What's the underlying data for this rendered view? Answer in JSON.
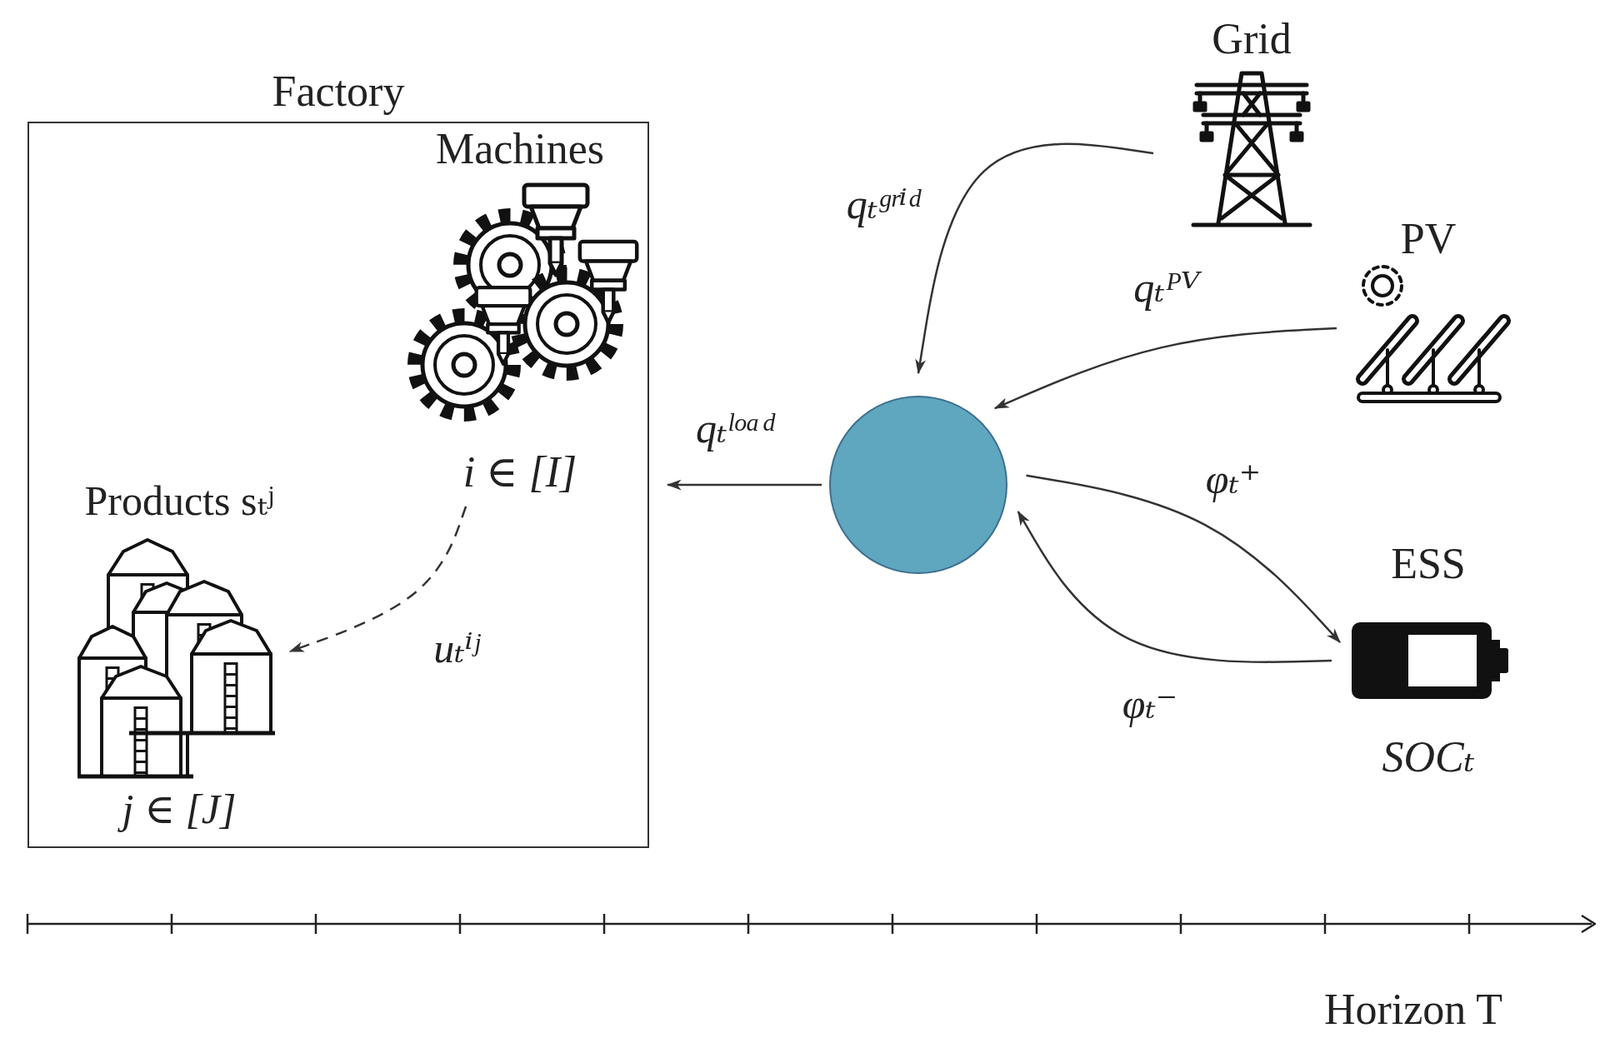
{
  "diagram": {
    "nodes": [
      {
        "text": [
          "Factory"
        ]
      },
      {
        "text": [
          "Machines",
          "i ∈ [I]"
        ],
        "in": 0
      },
      {
        "text": [
          "Products sₜʲ",
          "j ∈ [J]"
        ],
        "in": 0
      },
      {
        "text": []
      },
      {
        "text": [
          "Grid"
        ]
      },
      {
        "text": [
          "PV"
        ]
      },
      {
        "text": [
          "ESS",
          "SOCₜ"
        ]
      }
    ],
    "edges": [
      {
        "from": 1,
        "to": 2,
        "arrow": "to",
        "label": "uₜⁱʲ"
      },
      {
        "from": 4,
        "to": 3,
        "arrow": "to",
        "label": "qₜᵍʳⁱᵈ"
      },
      {
        "from": 5,
        "to": 3,
        "arrow": "to",
        "label": "qₜᴾⱽ"
      },
      {
        "from": 3,
        "to": 0,
        "arrow": "to",
        "label": "qₜˡᵒᵃᵈ"
      },
      {
        "from": 3,
        "to": 6,
        "arrow": "to",
        "label": "φₜ⁺"
      },
      {
        "from": 6,
        "to": 3,
        "arrow": "to",
        "label": "φₜ⁻"
      }
    ],
    "labels": [
      "Horizon T"
    ]
  }
}
